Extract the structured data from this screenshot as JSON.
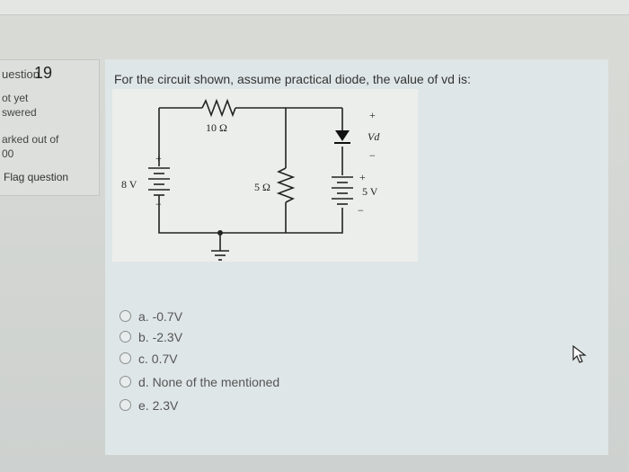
{
  "sidebar": {
    "question_label": "uestion",
    "question_number": "19",
    "status_line1": "ot yet",
    "status_line2": "swered",
    "marks_line1": "arked out of",
    "marks_line2": "00",
    "flag_label": "Flag question"
  },
  "question": {
    "text": "For the circuit shown, assume practical diode, the value of vd is:"
  },
  "circuit": {
    "resistor1_label": "10 Ω",
    "resistor2_label": "5 Ω",
    "source1_label": "8 V",
    "source2_label": "5 V",
    "vd_label": "Vd",
    "plus": "+",
    "minus": "−"
  },
  "options": [
    {
      "label": "a. -0.7V"
    },
    {
      "label": "b. -2.3V"
    },
    {
      "label": "c. 0.7V"
    },
    {
      "label": "d. None of the mentioned"
    },
    {
      "label": "e. 2.3V"
    }
  ]
}
